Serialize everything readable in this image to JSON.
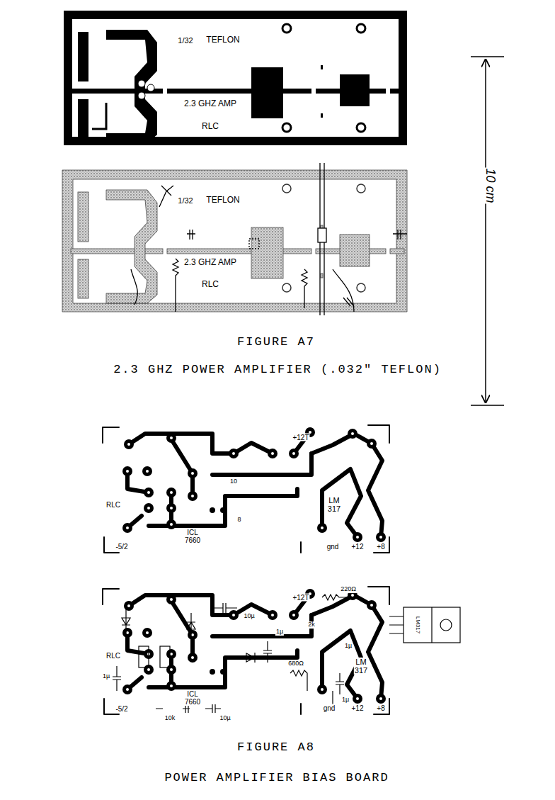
{
  "diagram": {
    "labels": [
      "1/32",
      "TEFLON",
      "2.3 GHZ AMP",
      "RLC",
      "1/32",
      "TEFLON",
      "2.3 GHZ AMP",
      "RLC",
      "10 cm",
      "FIGURE A7",
      "2.3 GHZ POWER AMPLIFIER (.032\" TEFLON)",
      "+12T",
      "10",
      "LM 317",
      "RLC",
      "ICL 7660",
      "8",
      "-5/2",
      "gnd",
      "+12",
      "+8",
      "+12T",
      "10µ",
      "220Ω",
      "2k",
      "1µ",
      "RLC",
      "1µ",
      "680Ω",
      "1µ",
      "LM 317",
      "1µ",
      "ICL 7660",
      "10µ",
      "10k",
      "-5/2",
      "gnd",
      "+12",
      "+8",
      "LM317",
      "FIGURE A8",
      "POWER AMPLIFIER BIAS BOARD"
    ]
  }
}
